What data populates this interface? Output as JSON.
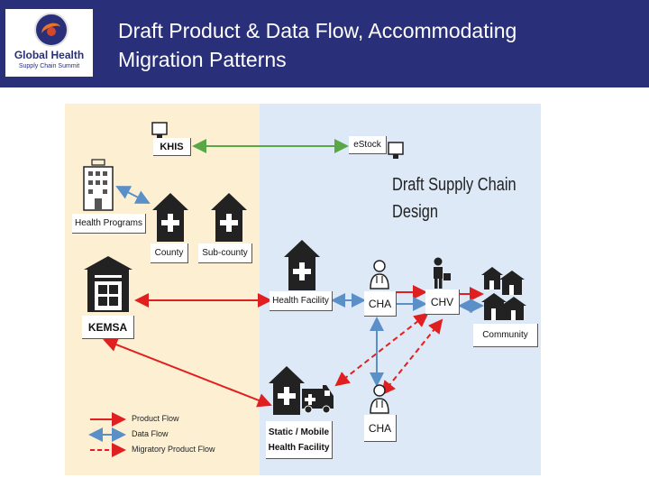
{
  "header": {
    "title_line1": "Draft Product & Data Flow, Accommodating",
    "title_line2": "Migration Patterns",
    "logo_line1": "Global Health",
    "logo_line2": "Supply Chain Summit",
    "background_color": "#2a2f7a"
  },
  "diagram": {
    "title_line1": "Draft Supply Chain",
    "title_line2": "Design",
    "nodes": {
      "khis": "KHIS",
      "estock": "eStock",
      "health_programs": "Health Programs",
      "county": "County",
      "sub_county": "Sub-county",
      "kemsa": "KEMSA",
      "health_facility": "Health Facility",
      "cha_top": "CHA",
      "chv": "CHV",
      "community": "Community",
      "static_mobile_line1": "Static / Mobile",
      "static_mobile_line2": "Health Facility",
      "cha_bottom": "CHA"
    },
    "legend": {
      "product_flow": "Product Flow",
      "data_flow": "Data Flow",
      "migratory_product_flow": "Migratory Product Flow"
    },
    "colors": {
      "product_flow": "#e02020",
      "data_flow": "#5b8fc7",
      "data_flow_top": "#5aa845",
      "left_zone": "#fdf0d2",
      "right_zone": "#dde9f7"
    }
  }
}
